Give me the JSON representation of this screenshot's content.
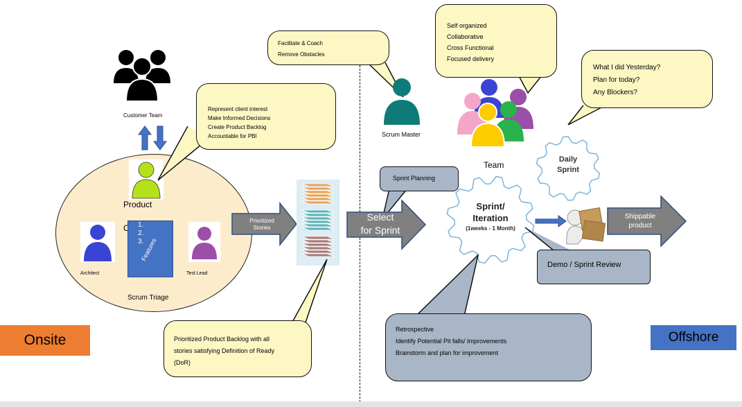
{
  "onsite_label": "Onsite",
  "offshore_label": "Offshore",
  "colors": {
    "onsite": "#ed7d31",
    "offshore": "#4472c4",
    "callout_yellow": "#fdf7c4",
    "callout_grey": "#a9b6c8",
    "triage_circle": "#fdeccc",
    "arrow_grey": "#7f7f7f",
    "product_owner": "#b5e11a",
    "architect": "#3a44d4",
    "test_lead": "#9b4fa8",
    "scrum_master": "#0f7b78"
  },
  "customer_team": {
    "label": "Customer Team",
    "icon": "people-group-icon"
  },
  "product_owner": {
    "label_line1": "Product",
    "label_line2": "O",
    "icon": "person-icon"
  },
  "callouts": {
    "product_owner": [
      "Represent client interest",
      "Make Informed Decisions",
      "Create Product Backlog",
      "Accountable for PBI"
    ],
    "scrum_master": [
      "Facilitate & Coach",
      "Remove Obstacles"
    ],
    "team": [
      "Self organized",
      "Collaborative",
      "Cross Functional",
      "Focused delivery"
    ],
    "daily": [
      "What I  did Yesterday?",
      "Plan for today?",
      "Any Blockers?"
    ],
    "backlog": [
      "Prioritized Product Backlog with all",
      "stories satisfying Definition of Ready",
      "(DoR)"
    ],
    "retro": [
      "Retrospective",
      "Identify Potential Pit falls/ Improvements",
      " Brainstorm and plan for improvement"
    ]
  },
  "architect_label": "Architect",
  "test_lead_label": "Test Lead",
  "scrum_triage_label": "Scrum Triage",
  "features": {
    "items": [
      "1.",
      "2.",
      "3."
    ],
    "label": "Features"
  },
  "prioritized_stories": {
    "line1": "Prioritized",
    "line2": "Stories"
  },
  "select_for_sprint": {
    "line1": "Select",
    "line2": "for Sprint"
  },
  "sprint_planning": "Sprint Planning",
  "scrum_master_label": "Scrum Master",
  "team_label": "Team",
  "daily_sprint": {
    "line1": "Daily",
    "line2": "Sprint"
  },
  "sprint_iteration": {
    "line1": "Sprint/",
    "line2": "Iteration",
    "line3": "(1weeks - 1 Month)"
  },
  "shippable": {
    "line1": "Shippable",
    "line2": "product"
  },
  "demo_review": "Demo / Sprint Review"
}
